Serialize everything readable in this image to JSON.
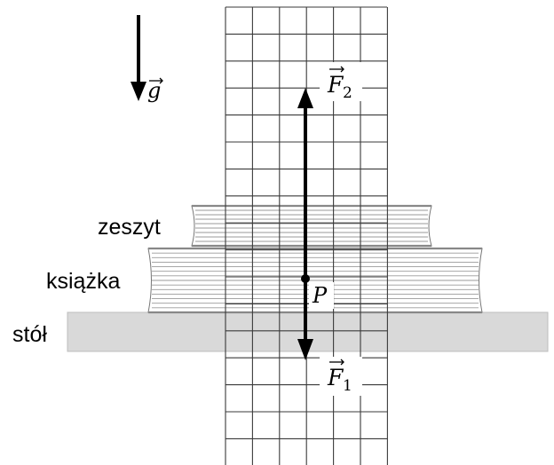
{
  "labels": {
    "zeszyt": "zeszyt",
    "ksiazka": "książka",
    "stol": "stół"
  },
  "vectors": {
    "g": {
      "symbol": "g"
    },
    "F2": {
      "symbol": "F",
      "subscript": "2"
    },
    "F1": {
      "symbol": "F",
      "subscript": "1"
    }
  },
  "point": {
    "name": "P"
  },
  "colors": {
    "grid": "#3a3a3a",
    "table": "#d9d9d9",
    "book_lines": "#9a9a9a",
    "arrow": "#000000"
  }
}
